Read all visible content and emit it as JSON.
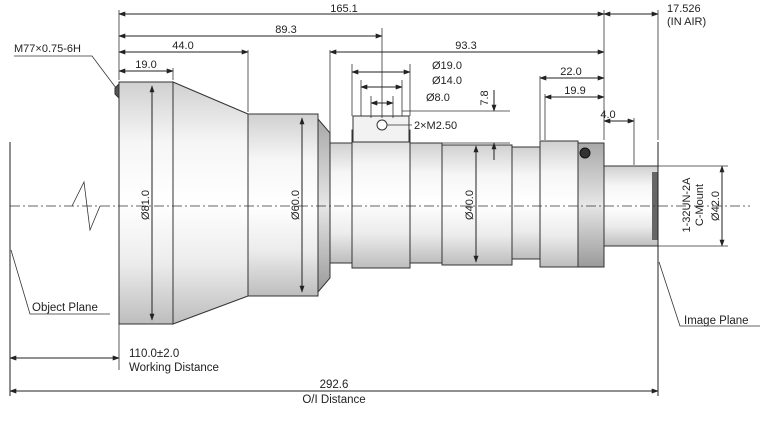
{
  "dimensions": {
    "overall_length": "165.1",
    "rear_in_air": "17.526",
    "rear_in_air_note": "(IN AIR)",
    "flange_to_front": "89.3",
    "front_to_step": "44.0",
    "front_thread_length": "19.0",
    "mid_to_rear": "93.3",
    "rear_22": "22.0",
    "rear_19_9": "19.9",
    "rear_4": "4.0",
    "hole_d19": "Ø19.0",
    "hole_d14": "Ø14.0",
    "hole_d8": "Ø8.0",
    "hole_offset": "7.8",
    "screw_holes": "2×M2.50",
    "dia_front": "Ø81.0",
    "dia_mid": "Ø60.0",
    "dia_body": "Ø40.0",
    "dia_mount": "Ø42.0",
    "thread_spec": "M77×0.75-6H",
    "mount_thread": "1-32UN-2A",
    "mount_type": "C-Mount",
    "working_distance": "110.0±2.0",
    "working_distance_label": "Working Distance",
    "oi_distance": "292.6",
    "oi_distance_label": "O/I Distance"
  },
  "labels": {
    "object_plane": "Object Plane",
    "image_plane": "Image Plane"
  }
}
